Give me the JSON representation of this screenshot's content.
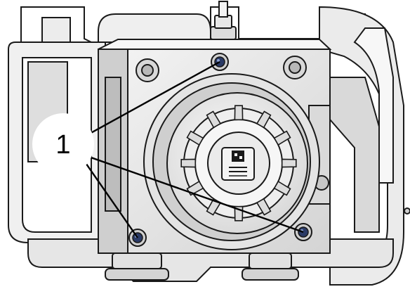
{
  "callout": {
    "label": "1",
    "leader_count": 3
  },
  "parts": {
    "fastener_color": "#2a3a66",
    "fastener_count": 3
  },
  "palette": {
    "outline": "#1a1a1a",
    "light_fill": "#f2f2f2",
    "mid_fill": "#dcdcdc",
    "shade_fill": "#c6c6c6",
    "dark_fill": "#9a9a9a",
    "leader_line": "#000000"
  }
}
